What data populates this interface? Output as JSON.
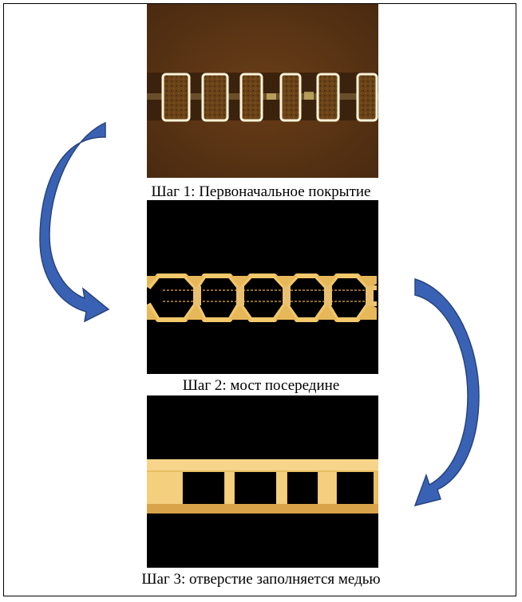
{
  "steps": [
    {
      "caption": "Шаг 1: Первоначальное покрытие"
    },
    {
      "caption": "Шаг 2: мост  посередине"
    },
    {
      "caption": "Шаг 3: отверстие заполняется медью"
    }
  ],
  "colors": {
    "step1_background": "#5a3414",
    "copper_bright": "#f2c86a",
    "dark_background": "#000000",
    "arrow_fill": "#3a62b4",
    "arrow_stroke": "#27447f"
  }
}
